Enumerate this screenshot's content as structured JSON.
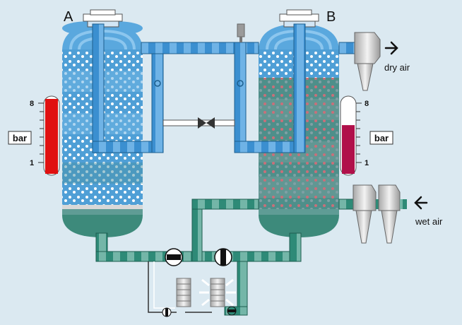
{
  "diagram": {
    "vessels": [
      {
        "id": "A",
        "label": "A"
      },
      {
        "id": "B",
        "label": "B"
      }
    ],
    "gauges": [
      {
        "id": "gauge-A",
        "unit_label": "bar",
        "max_label": "8",
        "min_label": "1",
        "level_fraction": 1.0,
        "fill_color": "#e01010"
      },
      {
        "id": "gauge-B",
        "unit_label": "bar",
        "max_label": "8",
        "min_label": "1",
        "level_fraction": 0.65,
        "fill_color": "#b0104a"
      }
    ],
    "outlet_label": "dry air",
    "inlet_label": "wet air",
    "colors": {
      "background": "#dbe9f1",
      "dry_pipe": "#3b8fd0",
      "wet_pipe": "#2e8a77",
      "vessel_body": "#5aa8de",
      "vessel_wet": "#3d8a7b"
    }
  }
}
